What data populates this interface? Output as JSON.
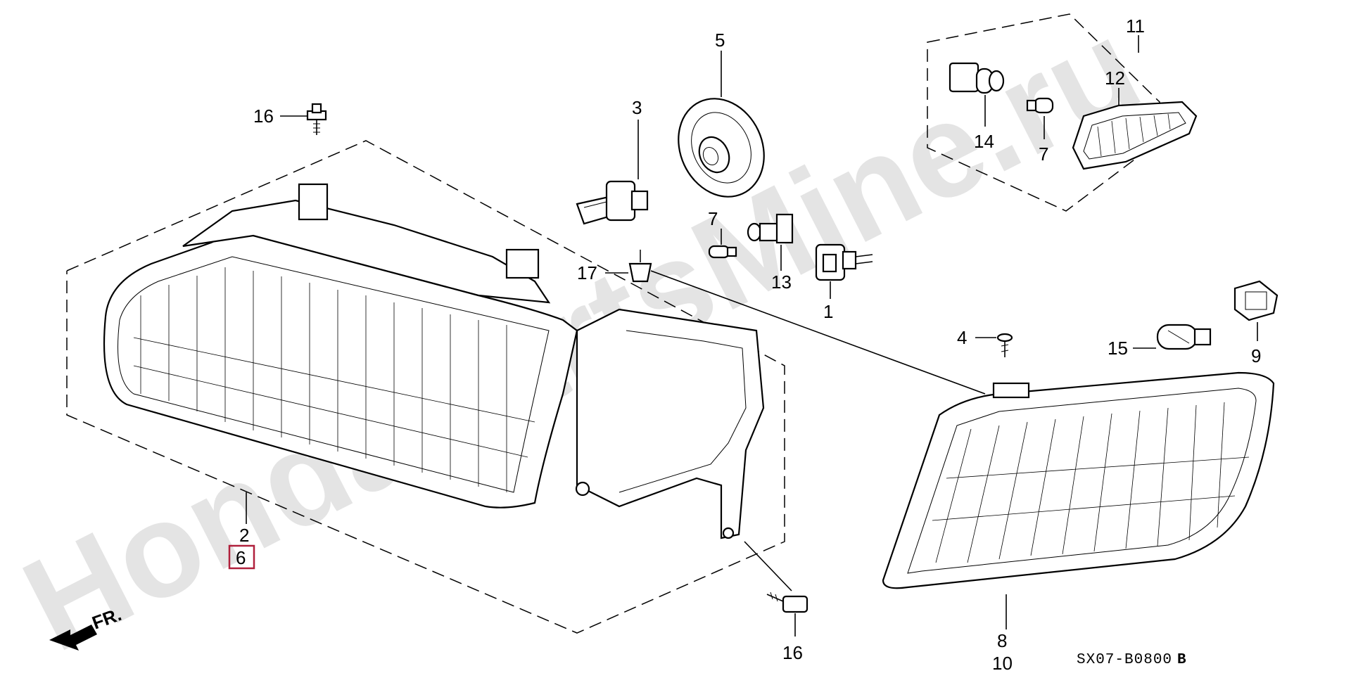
{
  "diagram": {
    "callouts": {
      "c1": "1",
      "c2": "2",
      "c3": "3",
      "c4": "4",
      "c5": "5",
      "c6": "6",
      "c7a": "7",
      "c7b": "7",
      "c8": "8",
      "c9": "9",
      "c10": "10",
      "c11": "11",
      "c12": "12",
      "c13": "13",
      "c14": "14",
      "c15": "15",
      "c16a": "16",
      "c16b": "16",
      "c17": "17"
    },
    "front_label": "FR.",
    "drawing_code": "SX07-B0800",
    "drawing_suffix": "B",
    "watermark": "HondaPartsMine.ru",
    "highlight_color": "#b0203c"
  }
}
